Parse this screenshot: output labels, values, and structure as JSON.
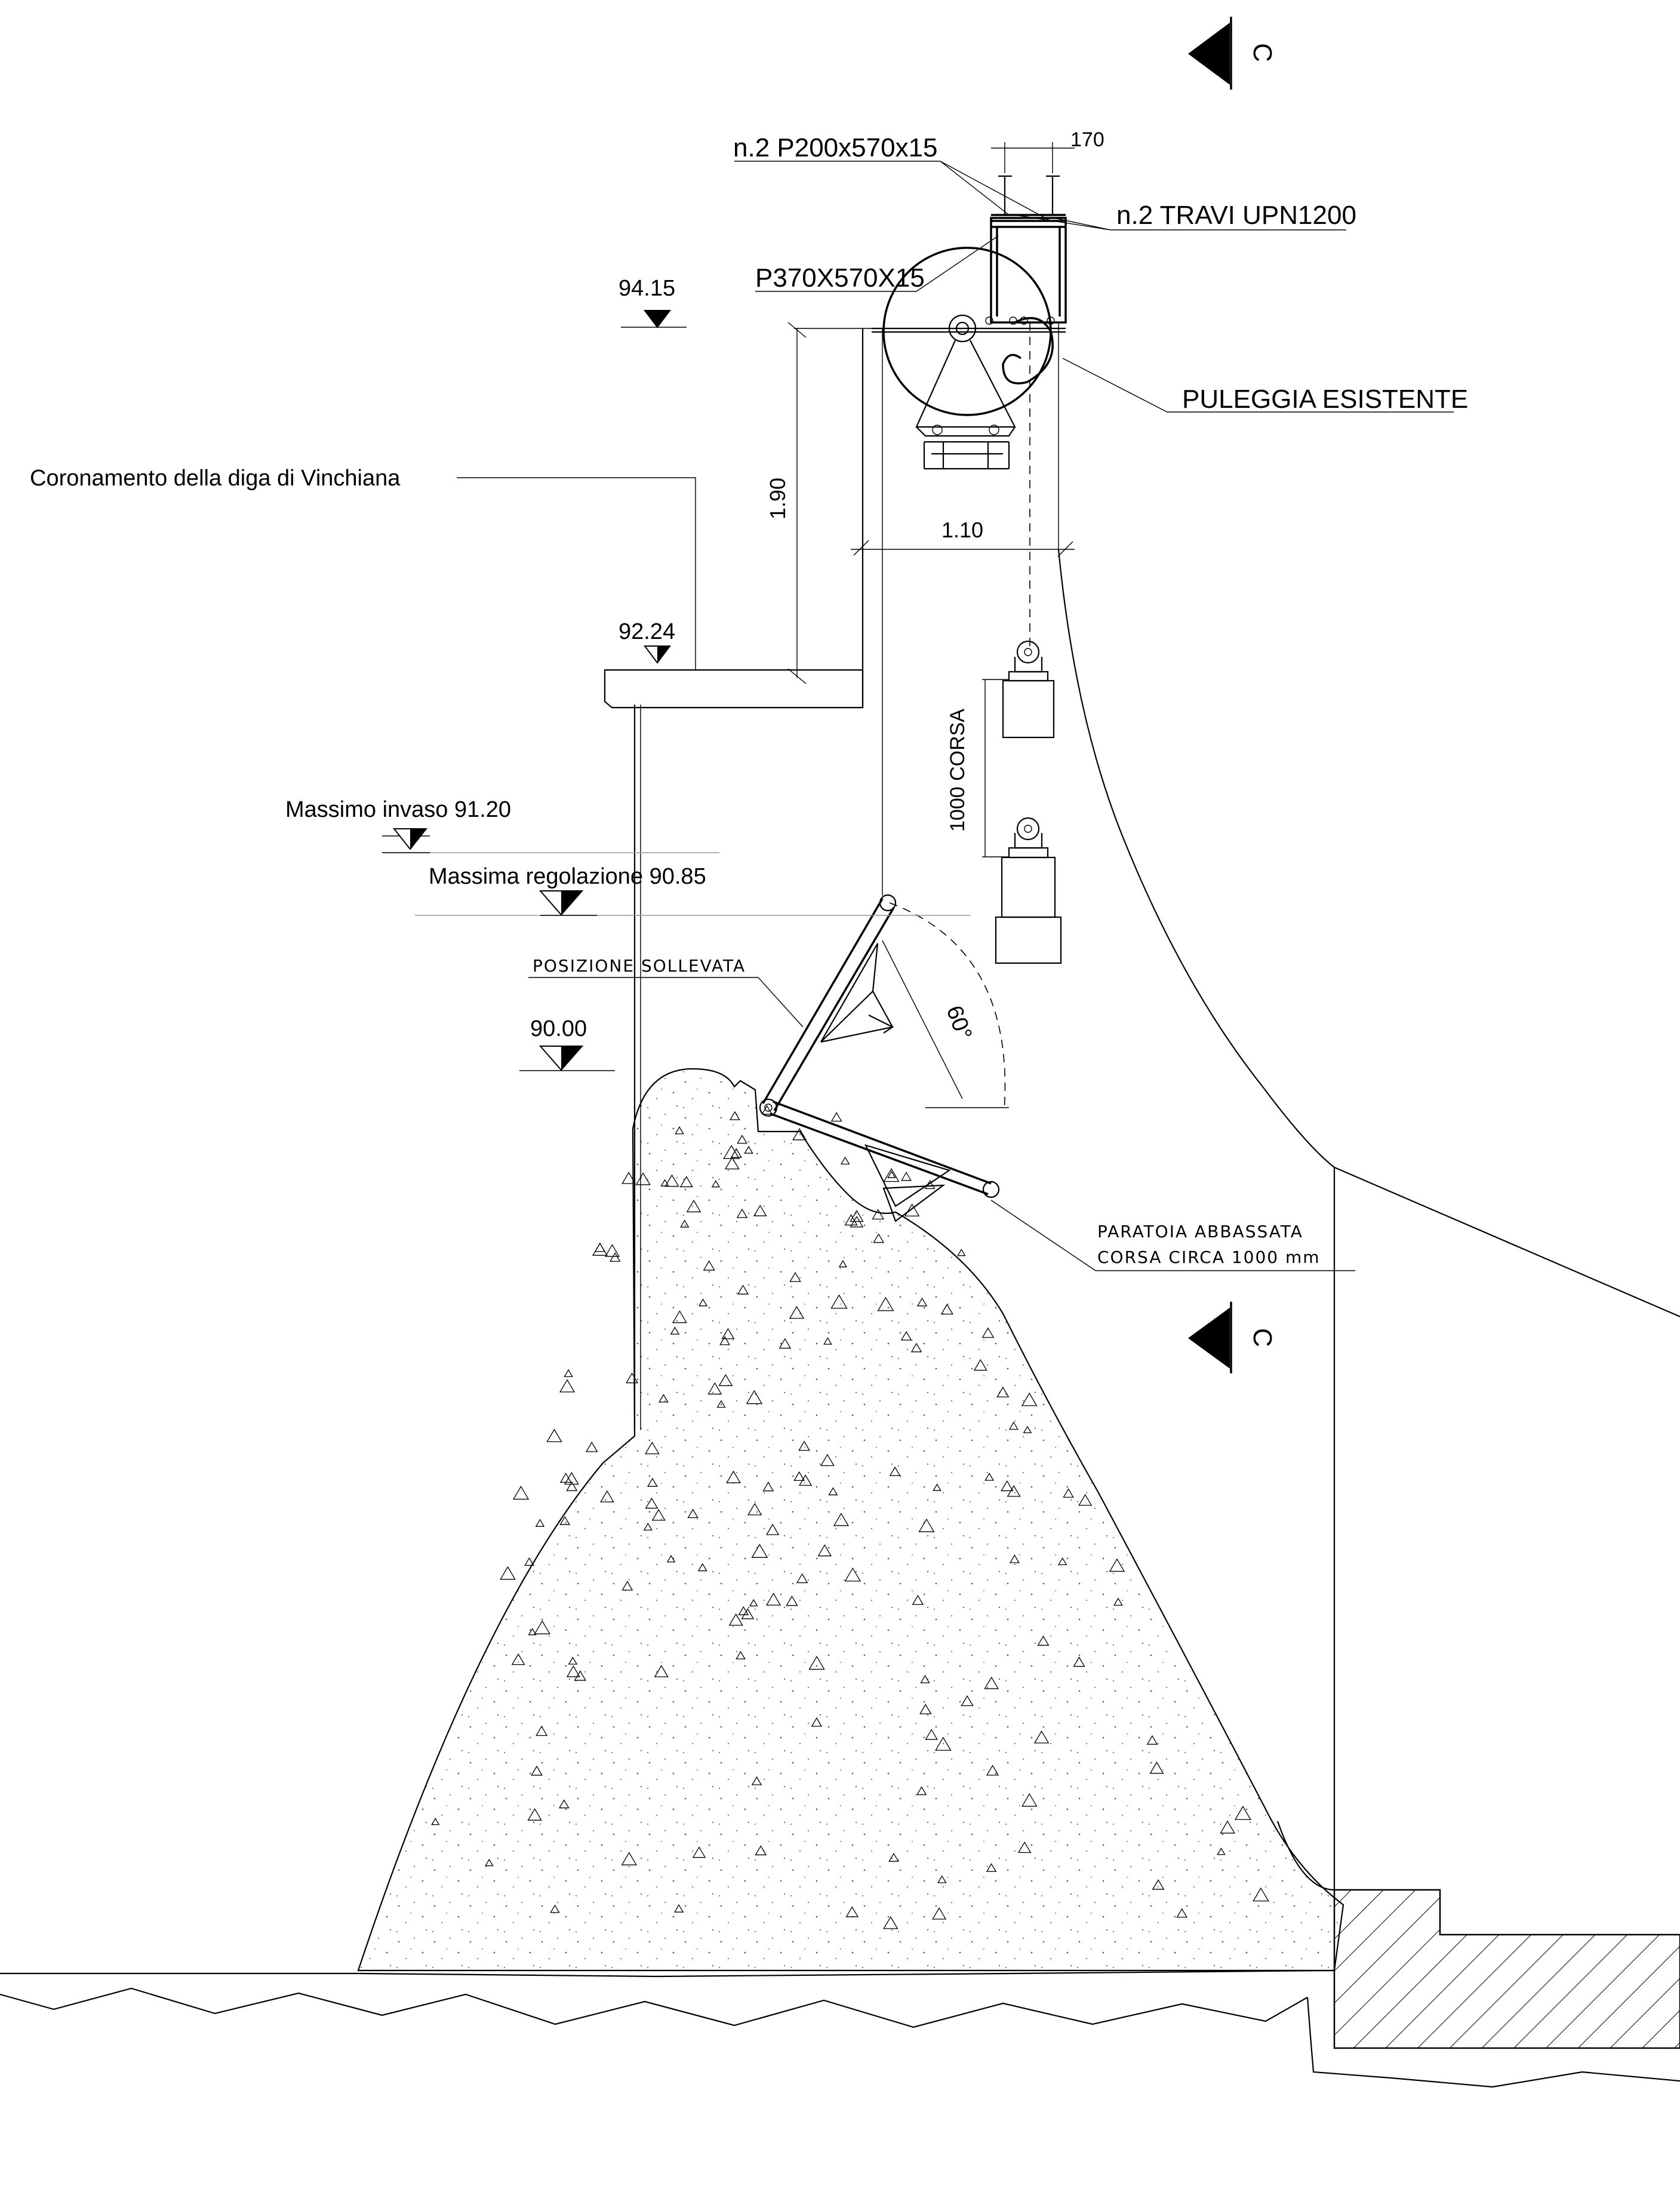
{
  "section_marker": "C",
  "labels": {
    "plate_pair": "n.2 P200x570x15",
    "dim_170": "170",
    "beams": "n.2 TRAVI UPN1200",
    "plate_single": "P370X570X15",
    "pulley": "PULEGGIA ESISTENTE",
    "crest": "Coronamento della diga di Vinchiana",
    "dim_190": "1.90",
    "dim_110": "1.10",
    "stroke": "1000 CORSA",
    "max_reservoir": "Massimo invaso 91.20",
    "max_regulation": "Massima regolazione 90.85",
    "raised_position": "POSIZIONE SOLLEVATA",
    "angle": "60°",
    "lowered_gate_line1": "PARATOIA ABBASSATA",
    "lowered_gate_line2": "CORSA CIRCA 1000 mm"
  },
  "elevations": {
    "top": "94.15",
    "crest": "92.24",
    "sill": "90.00"
  },
  "colors": {
    "line": "#000000",
    "background": "#ffffff",
    "hatch": "#000000"
  }
}
